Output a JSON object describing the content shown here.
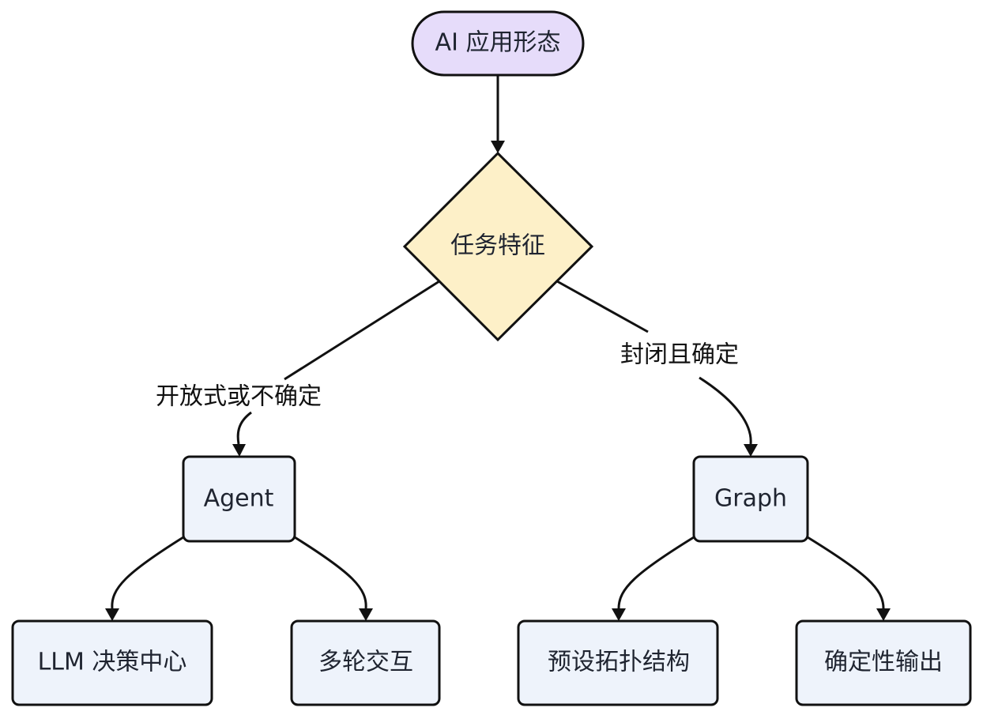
{
  "diagram": {
    "root": {
      "label": "AI 应用形态",
      "color": "#e6dcfa"
    },
    "decision": {
      "label": "任务特征",
      "color": "#fdf0c8"
    },
    "edges": {
      "left_label": "开放式或不确定",
      "right_label": "封闭且确定"
    },
    "agent": {
      "label": "Agent",
      "color": "#eef3fb"
    },
    "graph": {
      "label": "Graph",
      "color": "#eef3fb"
    },
    "leaves": {
      "llm": "LLM 决策中心",
      "multi_turn": "多轮交互",
      "topology": "预设拓扑结构",
      "deterministic": "确定性输出"
    }
  }
}
